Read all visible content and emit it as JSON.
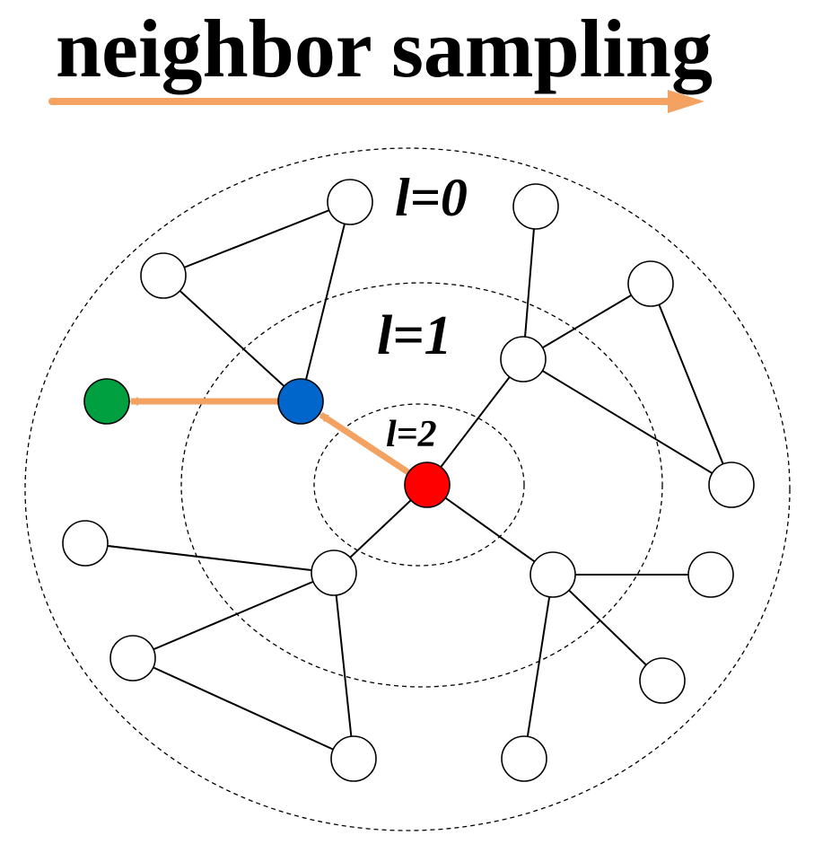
{
  "title": "neighbor sampling",
  "colors": {
    "arrow": "#f4a262",
    "node_default": "#ffffff",
    "node_target": "#ff0000",
    "node_sampled": "#0066cc",
    "node_output": "#00a040",
    "line": "#000000"
  },
  "layers": [
    {
      "id": "l0",
      "label": "l=0"
    },
    {
      "id": "l1",
      "label": "l=1"
    },
    {
      "id": "l2",
      "label": "l=2"
    }
  ],
  "nodes": [
    {
      "id": "red",
      "role": "target"
    },
    {
      "id": "blue",
      "role": "sampled"
    },
    {
      "id": "green",
      "role": "output"
    },
    {
      "id": "n1",
      "role": "neighbor"
    },
    {
      "id": "n2",
      "role": "neighbor"
    },
    {
      "id": "n3",
      "role": "neighbor"
    },
    {
      "id": "n4",
      "role": "neighbor"
    },
    {
      "id": "n5",
      "role": "neighbor"
    },
    {
      "id": "n6",
      "role": "neighbor"
    },
    {
      "id": "n7",
      "role": "neighbor"
    },
    {
      "id": "n8",
      "role": "neighbor"
    },
    {
      "id": "n9",
      "role": "neighbor"
    },
    {
      "id": "n10",
      "role": "neighbor"
    },
    {
      "id": "n11",
      "role": "neighbor"
    },
    {
      "id": "n12",
      "role": "neighbor"
    },
    {
      "id": "n13",
      "role": "neighbor"
    },
    {
      "id": "n14",
      "role": "neighbor"
    },
    {
      "id": "n15",
      "role": "neighbor"
    },
    {
      "id": "n16",
      "role": "neighbor"
    }
  ],
  "edges": [
    [
      "n1",
      "n2"
    ],
    [
      "n1",
      "blue"
    ],
    [
      "n2",
      "blue"
    ],
    [
      "n3",
      "n4"
    ],
    [
      "n4",
      "n5"
    ],
    [
      "n4",
      "n6"
    ],
    [
      "n5",
      "n6"
    ],
    [
      "n4",
      "red"
    ],
    [
      "red",
      "n7"
    ],
    [
      "red",
      "n8"
    ],
    [
      "n7",
      "n9"
    ],
    [
      "n7",
      "n10"
    ],
    [
      "n7",
      "n11"
    ],
    [
      "n10",
      "n11"
    ],
    [
      "n8",
      "n12"
    ],
    [
      "n8",
      "n13"
    ],
    [
      "n8",
      "n14"
    ]
  ],
  "arrows": [
    {
      "from": "red",
      "to": "blue"
    },
    {
      "from": "blue",
      "to": "green"
    }
  ]
}
